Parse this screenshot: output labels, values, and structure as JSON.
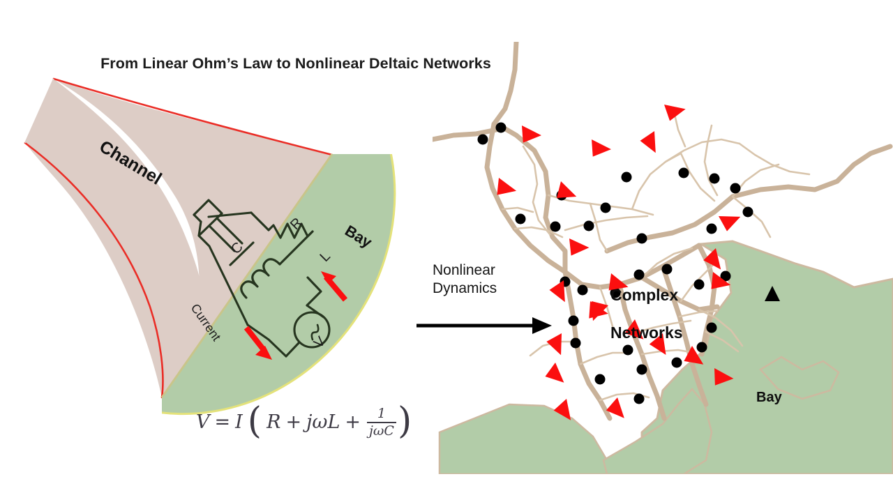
{
  "figure": {
    "title": "From Linear Ohm’s Law to Nonlinear Deltaic Networks"
  },
  "left_panel": {
    "channel_label": "Channel",
    "bay_label": "Bay",
    "current_label": "Current",
    "circuit": {
      "capacitor_label": "C",
      "resistor_label": "R",
      "inductor_label": "L",
      "source_label": "V",
      "source_symbol": "ac-source-sine"
    },
    "equation": {
      "lhs": "V",
      "equals": "=",
      "current": "I",
      "open_paren": "(",
      "resistance": "R",
      "plus_1": "+",
      "inductive": "jωL",
      "plus_2": "+",
      "frac_numerator": "1",
      "frac_denominator": "jωC",
      "close_paren": ")",
      "plain": "V = I ( R + jωL + 1/(jωC) )"
    },
    "colors": {
      "channel_fill": "#ddcdc6",
      "channel_outline": "#ea2d26",
      "bay_fill": "#b2cca8",
      "bay_outline": "#e4e27a",
      "circuit_stroke": "#26351f",
      "current_arrow": "#fb0f0f"
    }
  },
  "transition": {
    "label": "Nonlinear\nDynamics",
    "line1": "Nonlinear",
    "line2": "Dynamics",
    "arrow_icon": "right-arrow-icon",
    "arrow_color": "#000000"
  },
  "right_panel": {
    "networks_label": "Complex\nNetworks",
    "networks_line1": "Complex",
    "networks_line2": "Networks",
    "bay_label": "Bay",
    "legend": {
      "node_icon": "node-dot-icon",
      "flow_icon": "flow-direction-triangle-icon",
      "station_icon": "station-triangle-icon"
    },
    "colors": {
      "channel_color": "#c9b299",
      "minor_channel_color": "#d8c4ab",
      "land_water_fill": "#b2cca8",
      "node_color": "#000000",
      "flow_arrow_color": "#fb0f0f",
      "background": "#ffffff"
    },
    "counts": {
      "nodes": 30,
      "flow_arrows": 22
    }
  }
}
